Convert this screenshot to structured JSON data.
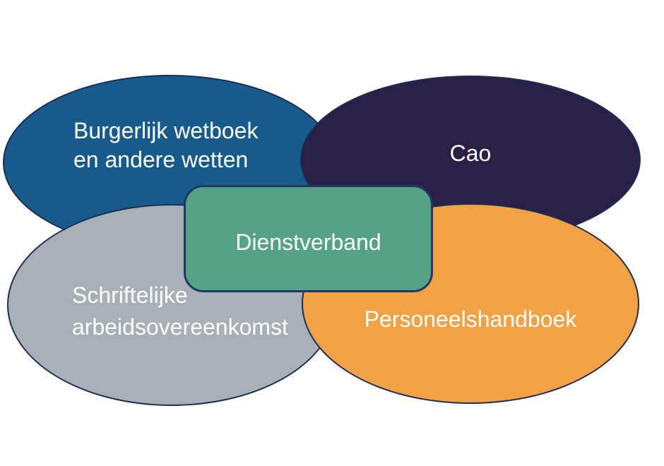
{
  "diagram": {
    "background": "#FFFFFF",
    "text_color": "#FFFFFF",
    "ellipse_border_color": "#1D2D55",
    "center_border_color": "#1F3864",
    "shapes": {
      "law": {
        "label": "Burgerlijk wetboek\nen andere wetten",
        "fill": "#175A8C"
      },
      "cao": {
        "label": "Cao",
        "fill": "#292048"
      },
      "contract": {
        "label": "Schriftelijke\narbeidsovereenkomst",
        "fill": "#A6B0B6"
      },
      "handbook": {
        "label": "Personeelshandboek",
        "fill": "#F2A145"
      },
      "employment": {
        "label": "Dienstverband",
        "fill": "#55A287"
      }
    }
  }
}
